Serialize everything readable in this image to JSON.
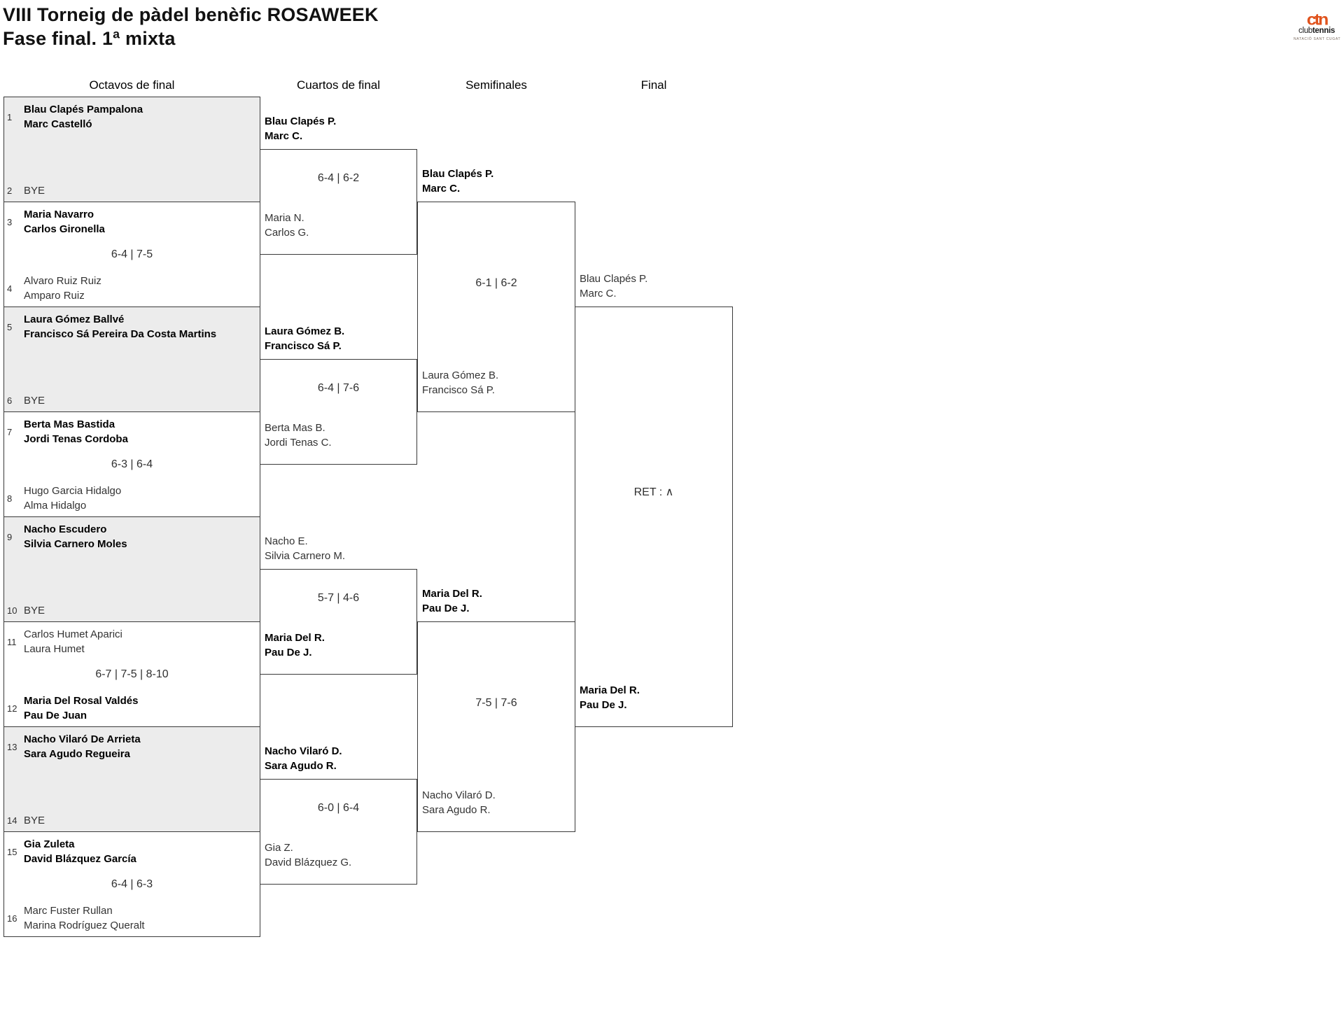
{
  "header": {
    "title": "VIII Torneig de pàdel benèfic ROSAWEEK",
    "subtitle": "Fase final. 1ª mixta"
  },
  "logo": {
    "mark": "ctn",
    "name_regular": "club",
    "name_bold": "tennis",
    "tagline": "NATACIÓ SANT CUGAT"
  },
  "colors": {
    "accent_orange": "#e0531d",
    "bye_fill": "#ececec",
    "box_border": "#3a3a3a",
    "winner_text": "#000000",
    "normal_text": "#333333"
  },
  "rounds": {
    "r16": "Octavos de final",
    "qf": "Cuartos de final",
    "sf": "Semifinales",
    "f": "Final"
  },
  "bracket": {
    "octavos": [
      {
        "seed_a": "1",
        "team_a": [
          "Blau Clapés Pampalona",
          "Marc Castelló"
        ],
        "team_a_winner": true,
        "seed_b": "2",
        "team_b": [
          "BYE",
          ""
        ],
        "team_b_winner": false,
        "score": "",
        "bye": true
      },
      {
        "seed_a": "3",
        "team_a": [
          "Maria Navarro",
          "Carlos Gironella"
        ],
        "team_a_winner": true,
        "seed_b": "4",
        "team_b": [
          "Alvaro Ruiz Ruiz",
          "Amparo Ruiz"
        ],
        "team_b_winner": false,
        "score": "6-4 | 7-5",
        "bye": false
      },
      {
        "seed_a": "5",
        "team_a": [
          "Laura Gómez Ballvé",
          "Francisco Sá Pereira Da Costa Martins"
        ],
        "team_a_winner": true,
        "seed_b": "6",
        "team_b": [
          "BYE",
          ""
        ],
        "team_b_winner": false,
        "score": "",
        "bye": true
      },
      {
        "seed_a": "7",
        "team_a": [
          "Berta Mas Bastida",
          "Jordi Tenas Cordoba"
        ],
        "team_a_winner": true,
        "seed_b": "8",
        "team_b": [
          "Hugo Garcia Hidalgo",
          "Alma Hidalgo"
        ],
        "team_b_winner": false,
        "score": "6-3 | 6-4",
        "bye": false
      },
      {
        "seed_a": "9",
        "team_a": [
          "Nacho Escudero",
          "Silvia Carnero Moles"
        ],
        "team_a_winner": true,
        "seed_b": "10",
        "team_b": [
          "BYE",
          ""
        ],
        "team_b_winner": false,
        "score": "",
        "bye": true
      },
      {
        "seed_a": "11",
        "team_a": [
          "Carlos Humet Aparici",
          "Laura Humet"
        ],
        "team_a_winner": false,
        "seed_b": "12",
        "team_b": [
          "Maria Del Rosal Valdés",
          "Pau De Juan"
        ],
        "team_b_winner": true,
        "score": "6-7 | 7-5 | 8-10",
        "bye": false
      },
      {
        "seed_a": "13",
        "team_a": [
          "Nacho Vilaró De Arrieta",
          "Sara Agudo Regueira"
        ],
        "team_a_winner": true,
        "seed_b": "14",
        "team_b": [
          "BYE",
          ""
        ],
        "team_b_winner": false,
        "score": "",
        "bye": true
      },
      {
        "seed_a": "15",
        "team_a": [
          "Gia Zuleta",
          "David Blázquez García"
        ],
        "team_a_winner": true,
        "seed_b": "16",
        "team_b": [
          "Marc Fuster Rullan",
          "Marina Rodríguez Queralt"
        ],
        "team_b_winner": false,
        "score": "6-4 | 6-3",
        "bye": false
      }
    ],
    "cuartos": [
      {
        "team_a": [
          "Blau Clapés P.",
          "Marc C."
        ],
        "team_a_winner": true,
        "team_b": [
          "Maria N.",
          "Carlos G."
        ],
        "team_b_winner": false,
        "score": "6-4 | 6-2"
      },
      {
        "team_a": [
          "Laura Gómez B.",
          "Francisco Sá P."
        ],
        "team_a_winner": true,
        "team_b": [
          "Berta Mas B.",
          "Jordi Tenas C."
        ],
        "team_b_winner": false,
        "score": "6-4 | 7-6"
      },
      {
        "team_a": [
          "Nacho E.",
          "Silvia Carnero M."
        ],
        "team_a_winner": false,
        "team_b": [
          "Maria Del R.",
          "Pau De J."
        ],
        "team_b_winner": true,
        "score": "5-7 | 4-6"
      },
      {
        "team_a": [
          "Nacho Vilaró D.",
          "Sara Agudo R."
        ],
        "team_a_winner": true,
        "team_b": [
          "Gia Z.",
          "David Blázquez G."
        ],
        "team_b_winner": false,
        "score": "6-0 | 6-4"
      }
    ],
    "semifinales": [
      {
        "team_a": [
          "Blau Clapés P.",
          "Marc C."
        ],
        "team_a_winner": true,
        "team_b": [
          "Laura Gómez B.",
          "Francisco Sá P."
        ],
        "team_b_winner": false,
        "score": "6-1 | 6-2"
      },
      {
        "team_a": [
          "Maria Del R.",
          "Pau De J."
        ],
        "team_a_winner": true,
        "team_b": [
          "Nacho Vilaró D.",
          "Sara Agudo R."
        ],
        "team_b_winner": false,
        "score": "7-5 | 7-6"
      }
    ],
    "final": {
      "team_a": [
        "Blau Clapés P.",
        "Marc C."
      ],
      "team_a_winner": false,
      "team_b": [
        "Maria Del R.",
        "Pau De J."
      ],
      "team_b_winner": true,
      "score": "RET : ∧"
    }
  }
}
